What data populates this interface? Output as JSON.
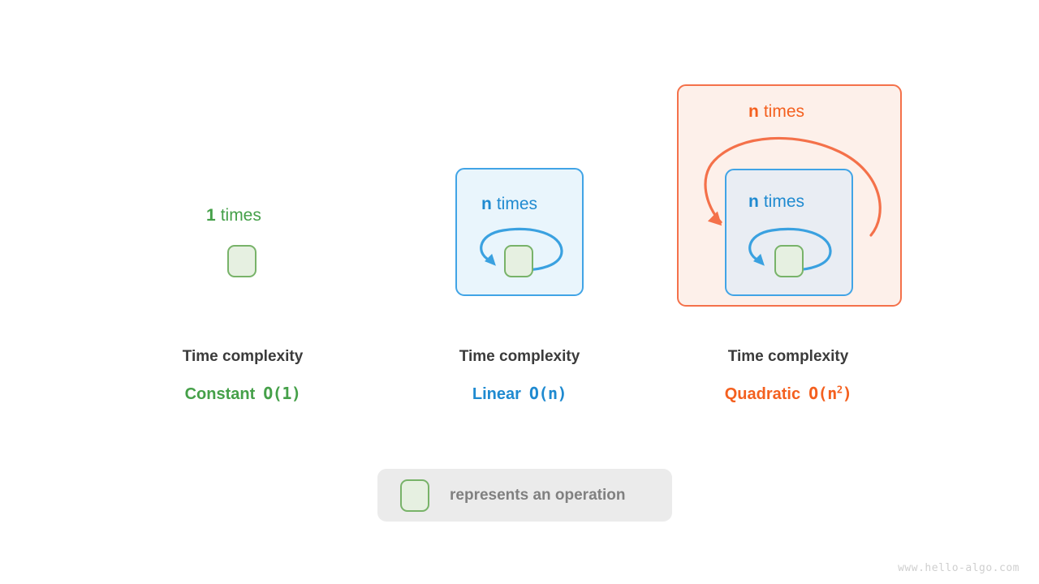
{
  "panels": [
    {
      "id": "constant",
      "count_label": "1",
      "times_word": "times",
      "accent": "#45a049",
      "caption_title": "Time complexity",
      "complexity_name": "Constant",
      "big_o": "O(1)",
      "has_exponent": false,
      "exponent": ""
    },
    {
      "id": "linear",
      "count_label": "n",
      "times_word": "times",
      "accent": "#1f8ad0",
      "caption_title": "Time complexity",
      "complexity_name": "Linear",
      "big_o": "O(n)",
      "has_exponent": false,
      "exponent": ""
    },
    {
      "id": "quadratic",
      "count_label": "n",
      "times_word": "times",
      "outer_count_label": "n",
      "accent": "#f4601f",
      "caption_title": "Time complexity",
      "complexity_name": "Quadratic",
      "big_o": "O(n",
      "has_exponent": true,
      "exponent": "2",
      "big_o_tail": ")"
    }
  ],
  "legend": {
    "text": "represents an operation",
    "square_icon": "operation-square-icon",
    "background_color": "#ebebeb",
    "square_fill": "#e6f0e1",
    "square_border": "#78b369"
  },
  "watermark": {
    "text": "www.hello-algo.com"
  },
  "colors": {
    "green": "#45a049",
    "blue": "#1f8ad0",
    "orange": "#f4601f",
    "box_blue_border": "#41a4e6",
    "box_blue_fill": "#e9f5fc",
    "box_blue_inner_fill": "#e9edf3",
    "box_orange_border": "#f4714a",
    "box_orange_fill": "#fdf0ea",
    "caption_title": "#3b3b3b",
    "legend_text": "#808080",
    "watermark": "#cfcfcf"
  }
}
